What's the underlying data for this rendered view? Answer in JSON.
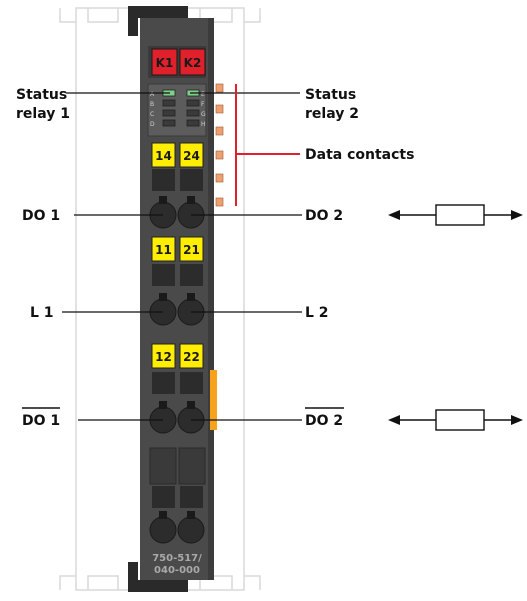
{
  "module": {
    "part_number_line1": "750-517/",
    "part_number_line2": "040-000",
    "relays": [
      "K1",
      "K2"
    ],
    "led_letters_left": [
      "A",
      "B",
      "C",
      "D"
    ],
    "led_letters_right": [
      "E",
      "F",
      "G",
      "H"
    ],
    "terminal_labels": {
      "row1": [
        "14",
        "24"
      ],
      "row2": [
        "11",
        "21"
      ],
      "row3": [
        "12",
        "22"
      ]
    }
  },
  "labels": {
    "status_relay_1_line1": "Status",
    "status_relay_1_line2": "relay 1",
    "status_relay_2_line1": "Status",
    "status_relay_2_line2": "relay 2",
    "data_contacts": "Data contacts",
    "do1": "DO 1",
    "do2": "DO 2",
    "l1": "L 1",
    "l2": "L 2",
    "do1_inv": "DO 1",
    "do2_inv": "DO 2"
  },
  "colors": {
    "module_body": "#4a4a4a",
    "relay_red": "#e0202a",
    "terminal_yellow": "#ffee00",
    "data_contact_line": "#e0202a",
    "data_contact_pad": "#f0a070",
    "orange_strip": "#f7a21b"
  }
}
